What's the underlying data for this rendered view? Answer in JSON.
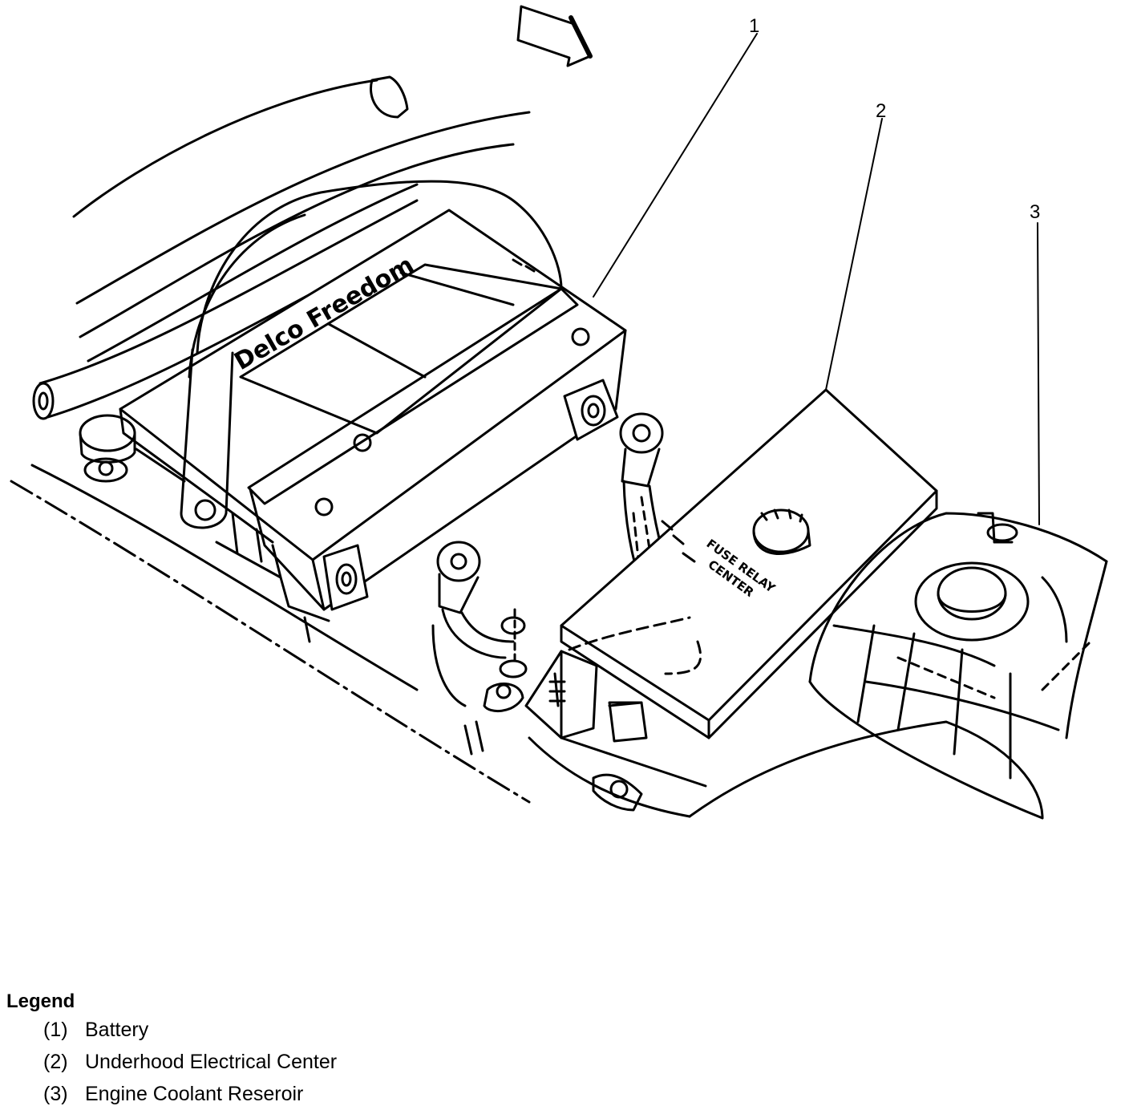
{
  "diagram": {
    "battery_label": "Delco Freedom",
    "fuse_label_line1": "FUSE RELAY",
    "fuse_label_line2": "CENTER",
    "callouts": [
      "1",
      "2",
      "3"
    ],
    "icons": [
      "direction-arrow-icon"
    ]
  },
  "legend": {
    "title": "Legend",
    "items": [
      {
        "num": "(1)",
        "label": "Battery"
      },
      {
        "num": "(2)",
        "label": "Underhood Electrical Center"
      },
      {
        "num": "(3)",
        "label": "Engine Coolant Reseroir"
      }
    ]
  }
}
